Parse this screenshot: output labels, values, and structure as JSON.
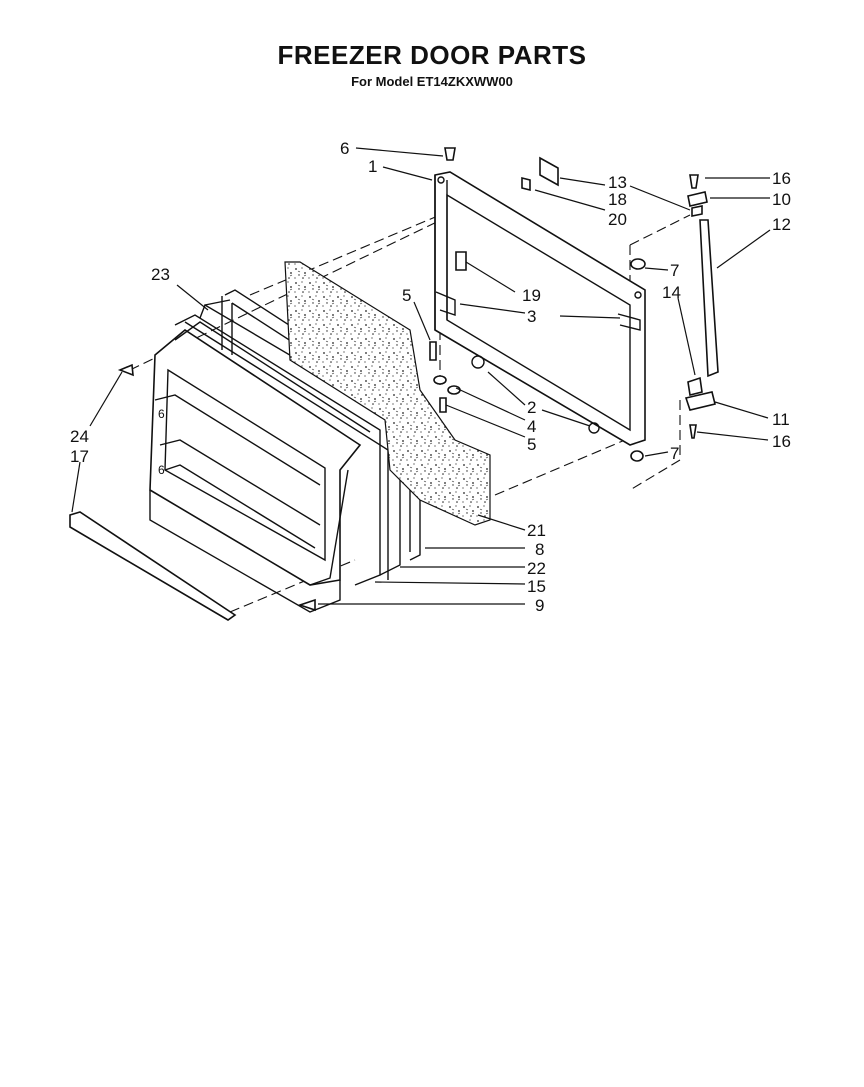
{
  "title": "FREEZER DOOR PARTS",
  "subtitle": "For Model ET14ZKXWW00",
  "callouts": {
    "c1": "1",
    "c2": "2",
    "c3": "3",
    "c4": "4",
    "c5a": "5",
    "c5b": "5",
    "c6": "6",
    "c7a": "7",
    "c7b": "7",
    "c8": "8",
    "c9": "9",
    "c10": "10",
    "c11": "11",
    "c12": "12",
    "c13": "13",
    "c14": "14",
    "c15": "15",
    "c16a": "16",
    "c16b": "16",
    "c17": "17",
    "c18": "18",
    "c19": "19",
    "c20": "20",
    "c21": "21",
    "c22": "22",
    "c23": "23",
    "c24": "24"
  }
}
